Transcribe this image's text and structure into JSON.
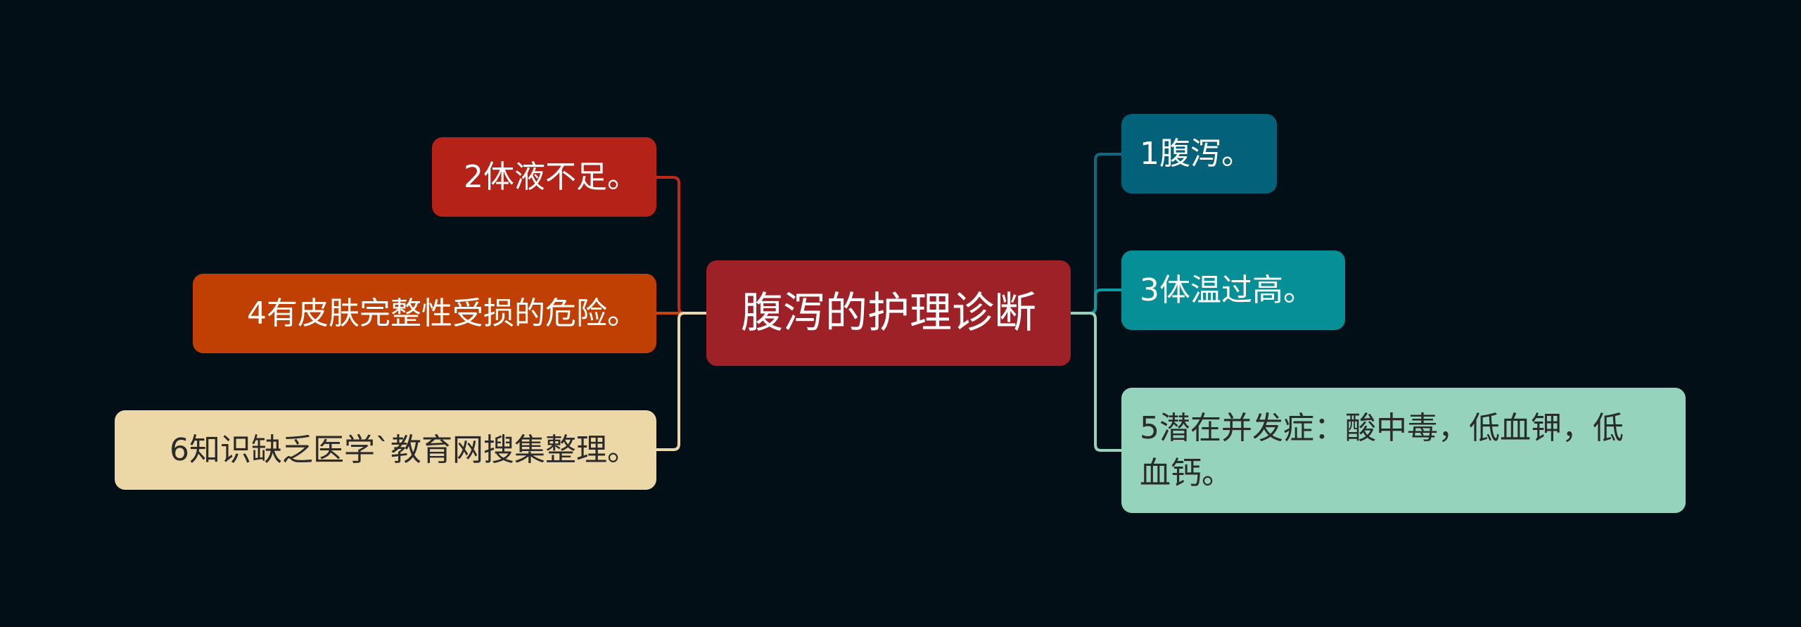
{
  "mindmap": {
    "center": {
      "text": "腹泻的护理诊断",
      "color": "#9e2128",
      "text_color": "#ffffff"
    },
    "branches": [
      {
        "text": "2体液不足。",
        "side": "left",
        "color": "#b52318",
        "line_color": "#c0281c",
        "text_color": "#ffffff"
      },
      {
        "text": "4有皮肤完整性受损的危险。",
        "side": "left",
        "color": "#c04003",
        "line_color": "#c84408",
        "text_color": "#ffffff"
      },
      {
        "text": "6知识缺乏医学`教育网搜集整理。",
        "side": "left",
        "color": "#ecd7a6",
        "line_color": "#ecd7a6",
        "text_color": "#2b2b2b"
      },
      {
        "text": "1腹泻。",
        "side": "right",
        "color": "#03627a",
        "line_color": "#0b6a80",
        "text_color": "#ffffff"
      },
      {
        "text": "3体温过高。",
        "side": "right",
        "color": "#078f97",
        "line_color": "#0b9aa0",
        "text_color": "#ffffff"
      },
      {
        "text": "5潜在并发症：酸中毒，低血钾，低血钙。",
        "side": "right",
        "color": "#95d3bd",
        "line_color": "#95d3bd",
        "text_color": "#2b2b2b"
      }
    ]
  }
}
